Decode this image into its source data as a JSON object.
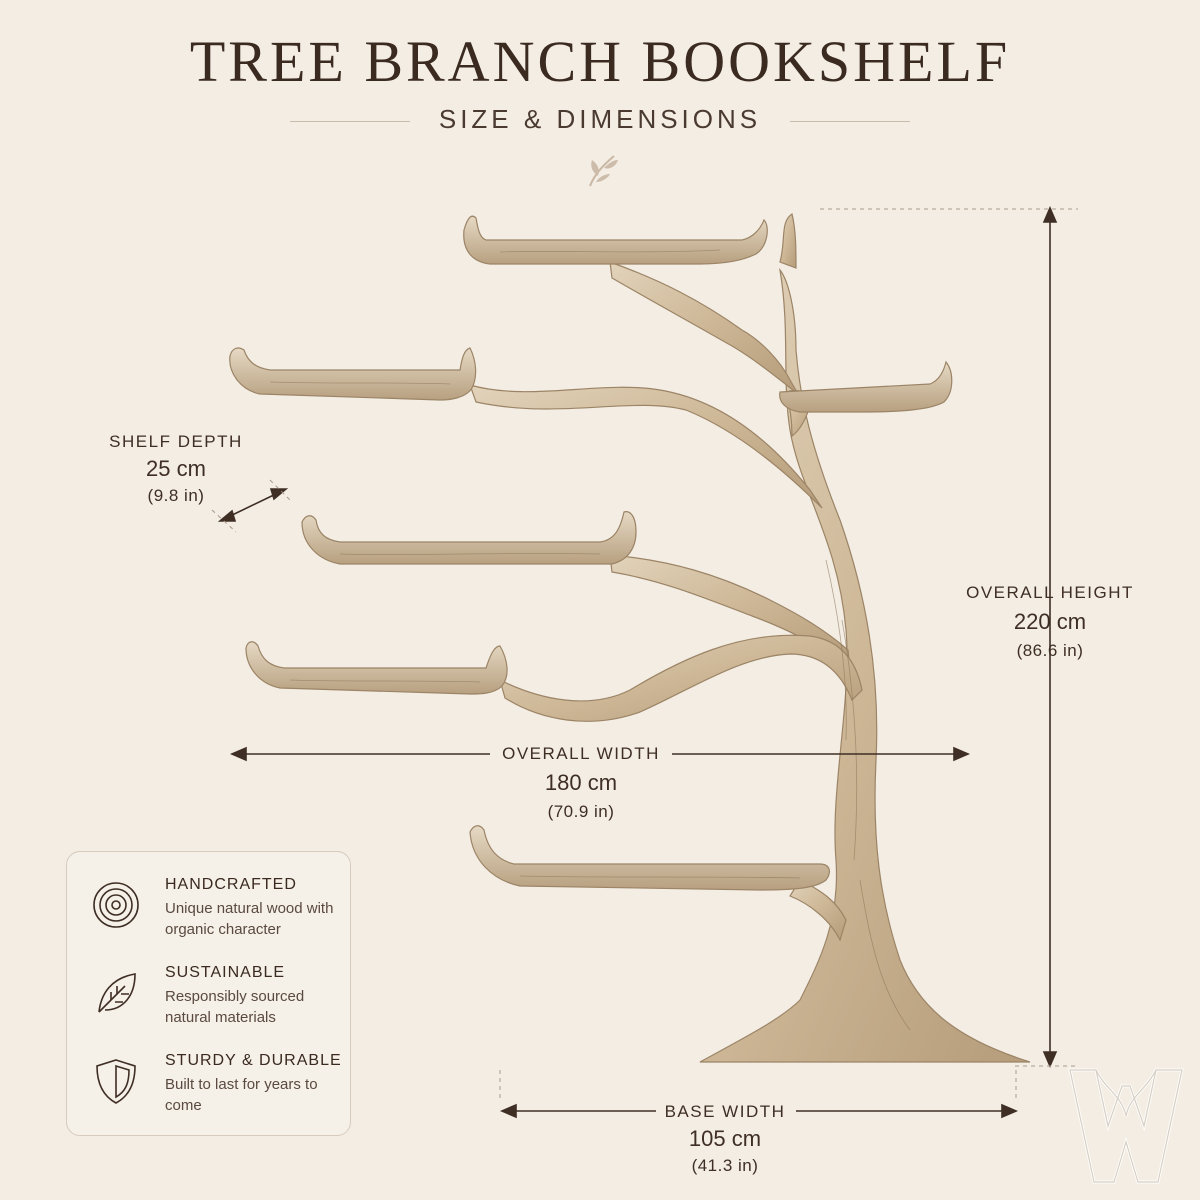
{
  "header": {
    "title": "TREE BRANCH BOOKSHELF",
    "subtitle": "SIZE & DIMENSIONS"
  },
  "dimensions": {
    "shelf_depth": {
      "label": "SHELF DEPTH",
      "metric": "25 cm",
      "imperial": "(9.8 in)"
    },
    "overall_height": {
      "label": "OVERALL HEIGHT",
      "metric": "220 cm",
      "imperial": "(86.6 in)"
    },
    "overall_width": {
      "label": "OVERALL WIDTH",
      "metric": "180 cm",
      "imperial": "(70.9 in)"
    },
    "base_width": {
      "label": "BASE WIDTH",
      "metric": "105 cm",
      "imperial": "(41.3 in)"
    }
  },
  "features": [
    {
      "icon": "wood-rings-icon",
      "title": "HANDCRAFTED",
      "description": "Unique natural wood with organic character"
    },
    {
      "icon": "leaf-icon",
      "title": "SUSTAINABLE",
      "description": "Responsibly sourced natural materials"
    },
    {
      "icon": "shield-icon",
      "title": "STURDY & DURABLE",
      "description": "Built to last for years to come"
    }
  ],
  "colors": {
    "background": "#f3ede4",
    "text": "#3e2e24",
    "wood": "#d8c6a8",
    "wood_dark": "#a89070"
  }
}
